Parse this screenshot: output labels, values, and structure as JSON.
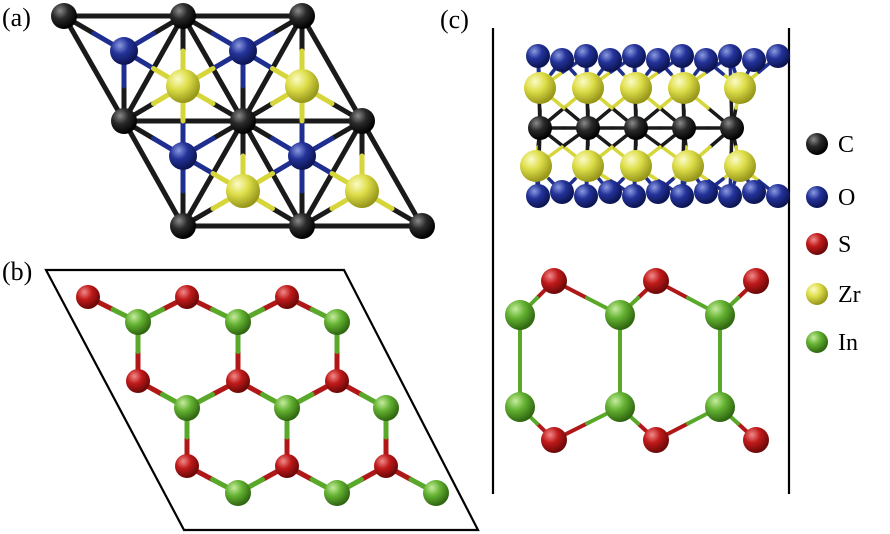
{
  "panels": {
    "a": {
      "label": "(a)"
    },
    "b": {
      "label": "(b)"
    },
    "c": {
      "label": "(c)"
    }
  },
  "legend": [
    {
      "symbol": "C",
      "color": "#1a1a1a"
    },
    {
      "symbol": "O",
      "color": "#1f2f8f"
    },
    {
      "symbol": "S",
      "color": "#b01818"
    },
    {
      "symbol": "Zr",
      "color": "#d6d63a"
    },
    {
      "symbol": "In",
      "color": "#5aa82a"
    }
  ],
  "colors": {
    "C": "#1a1a1a",
    "O": "#1f2f8f",
    "S": "#b01818",
    "Zr": "#d6d63a",
    "In": "#5aa82a",
    "cell_outline": "#000000"
  }
}
